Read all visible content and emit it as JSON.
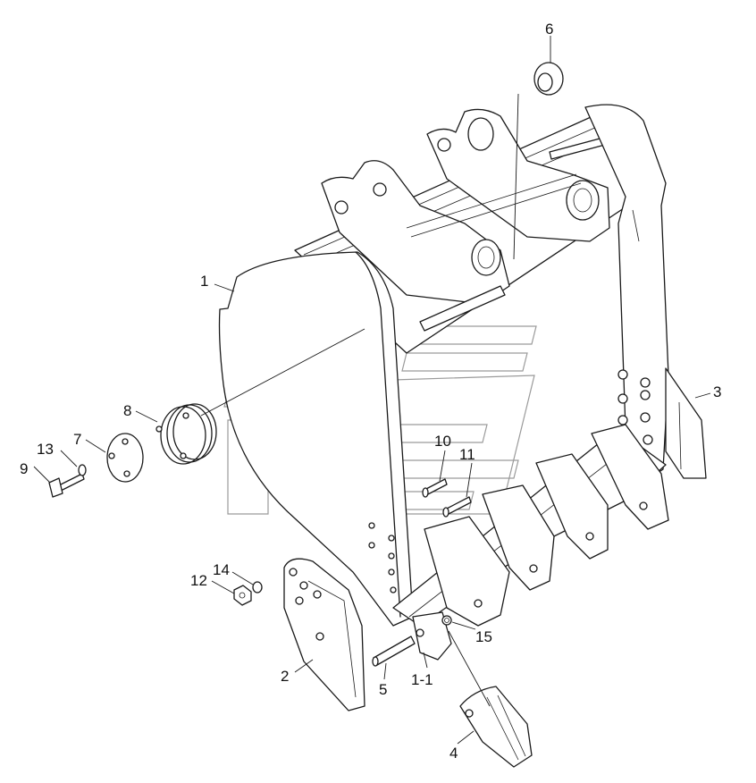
{
  "callouts": [
    {
      "id": "c1",
      "text": "1"
    },
    {
      "id": "c2",
      "text": "2"
    },
    {
      "id": "c3",
      "text": "3"
    },
    {
      "id": "c4",
      "text": "4"
    },
    {
      "id": "c5",
      "text": "5"
    },
    {
      "id": "c6",
      "text": "6"
    },
    {
      "id": "c7",
      "text": "7"
    },
    {
      "id": "c8",
      "text": "8"
    },
    {
      "id": "c9",
      "text": "9"
    },
    {
      "id": "c10",
      "text": "10"
    },
    {
      "id": "c11",
      "text": "11"
    },
    {
      "id": "c12",
      "text": "12"
    },
    {
      "id": "c13",
      "text": "13"
    },
    {
      "id": "c14",
      "text": "14"
    },
    {
      "id": "c15",
      "text": "15"
    },
    {
      "id": "c1-1",
      "text": "1-1"
    }
  ]
}
